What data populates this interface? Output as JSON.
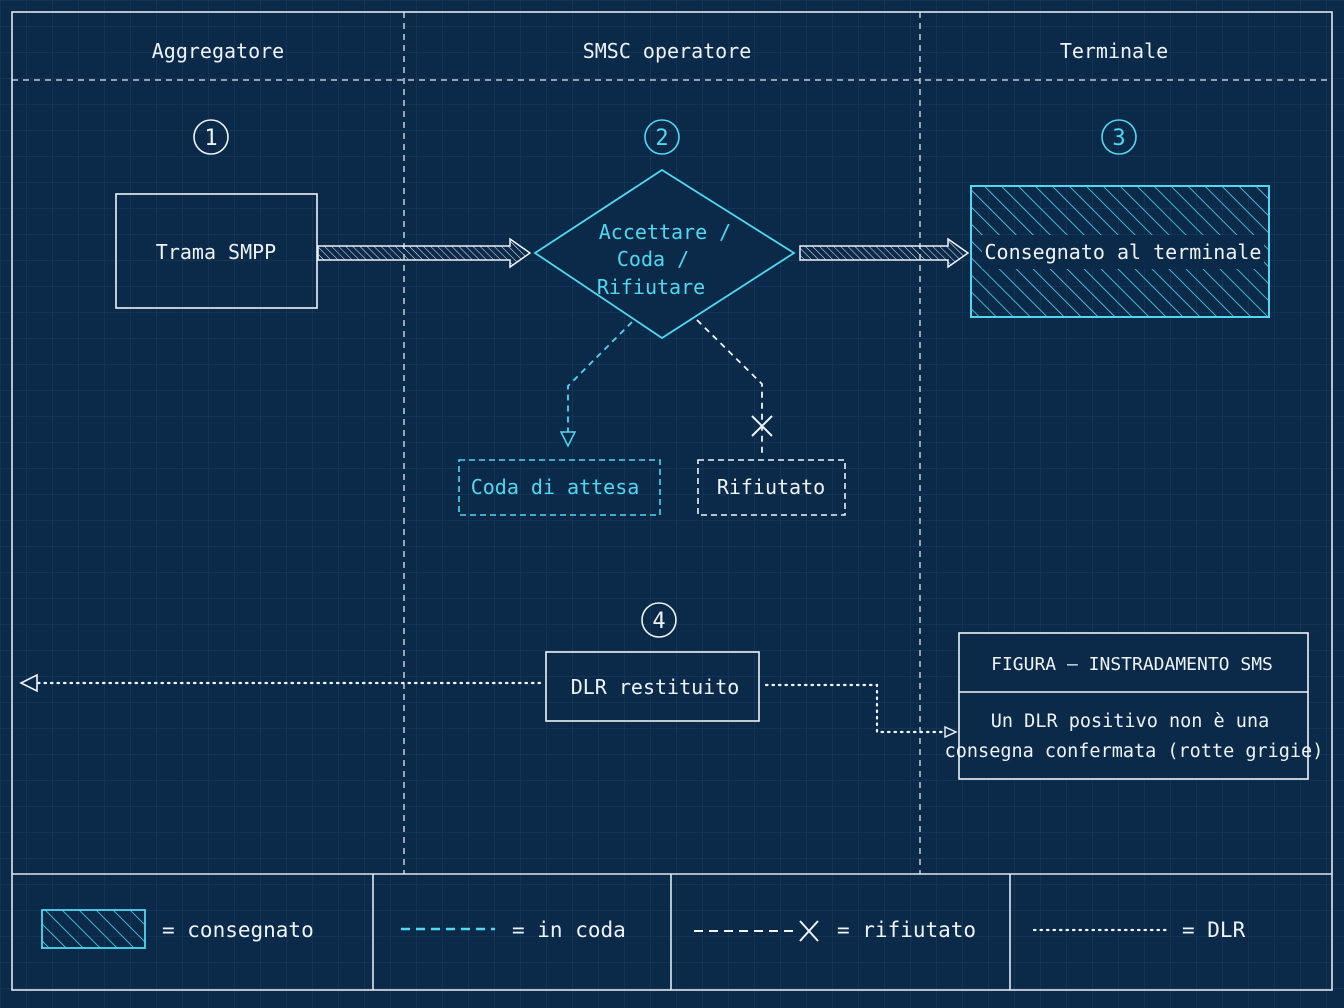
{
  "lanes": {
    "aggregator": "Aggregatore",
    "smsc": "SMSC operatore",
    "terminal": "Terminale"
  },
  "steps": {
    "s1": "1",
    "s2": "2",
    "s3": "3",
    "s4": "4"
  },
  "nodes": {
    "smpp_frame": "Trama SMPP",
    "decision": [
      "Accettare /",
      "Coda /",
      "Rifiutare"
    ],
    "delivered": "Consegnato al terminale",
    "queue": "Coda di attesa",
    "rejected": "Rifiutato",
    "dlr": "DLR restituito"
  },
  "note": {
    "title": "FIGURA – INSTRADAMENTO SMS",
    "line1": "Un DLR positivo non è una",
    "line2": "consegna confermata (rotte grigie)"
  },
  "legend": {
    "delivered": "= consegnato",
    "queued": "= in coda",
    "rejected": "= rifiutato",
    "dlr": "= DLR"
  },
  "colors": {
    "background": "#0b2a4a",
    "grid": "#1b3d60",
    "line": "#e8eef5",
    "accent": "#4fd8f0"
  }
}
